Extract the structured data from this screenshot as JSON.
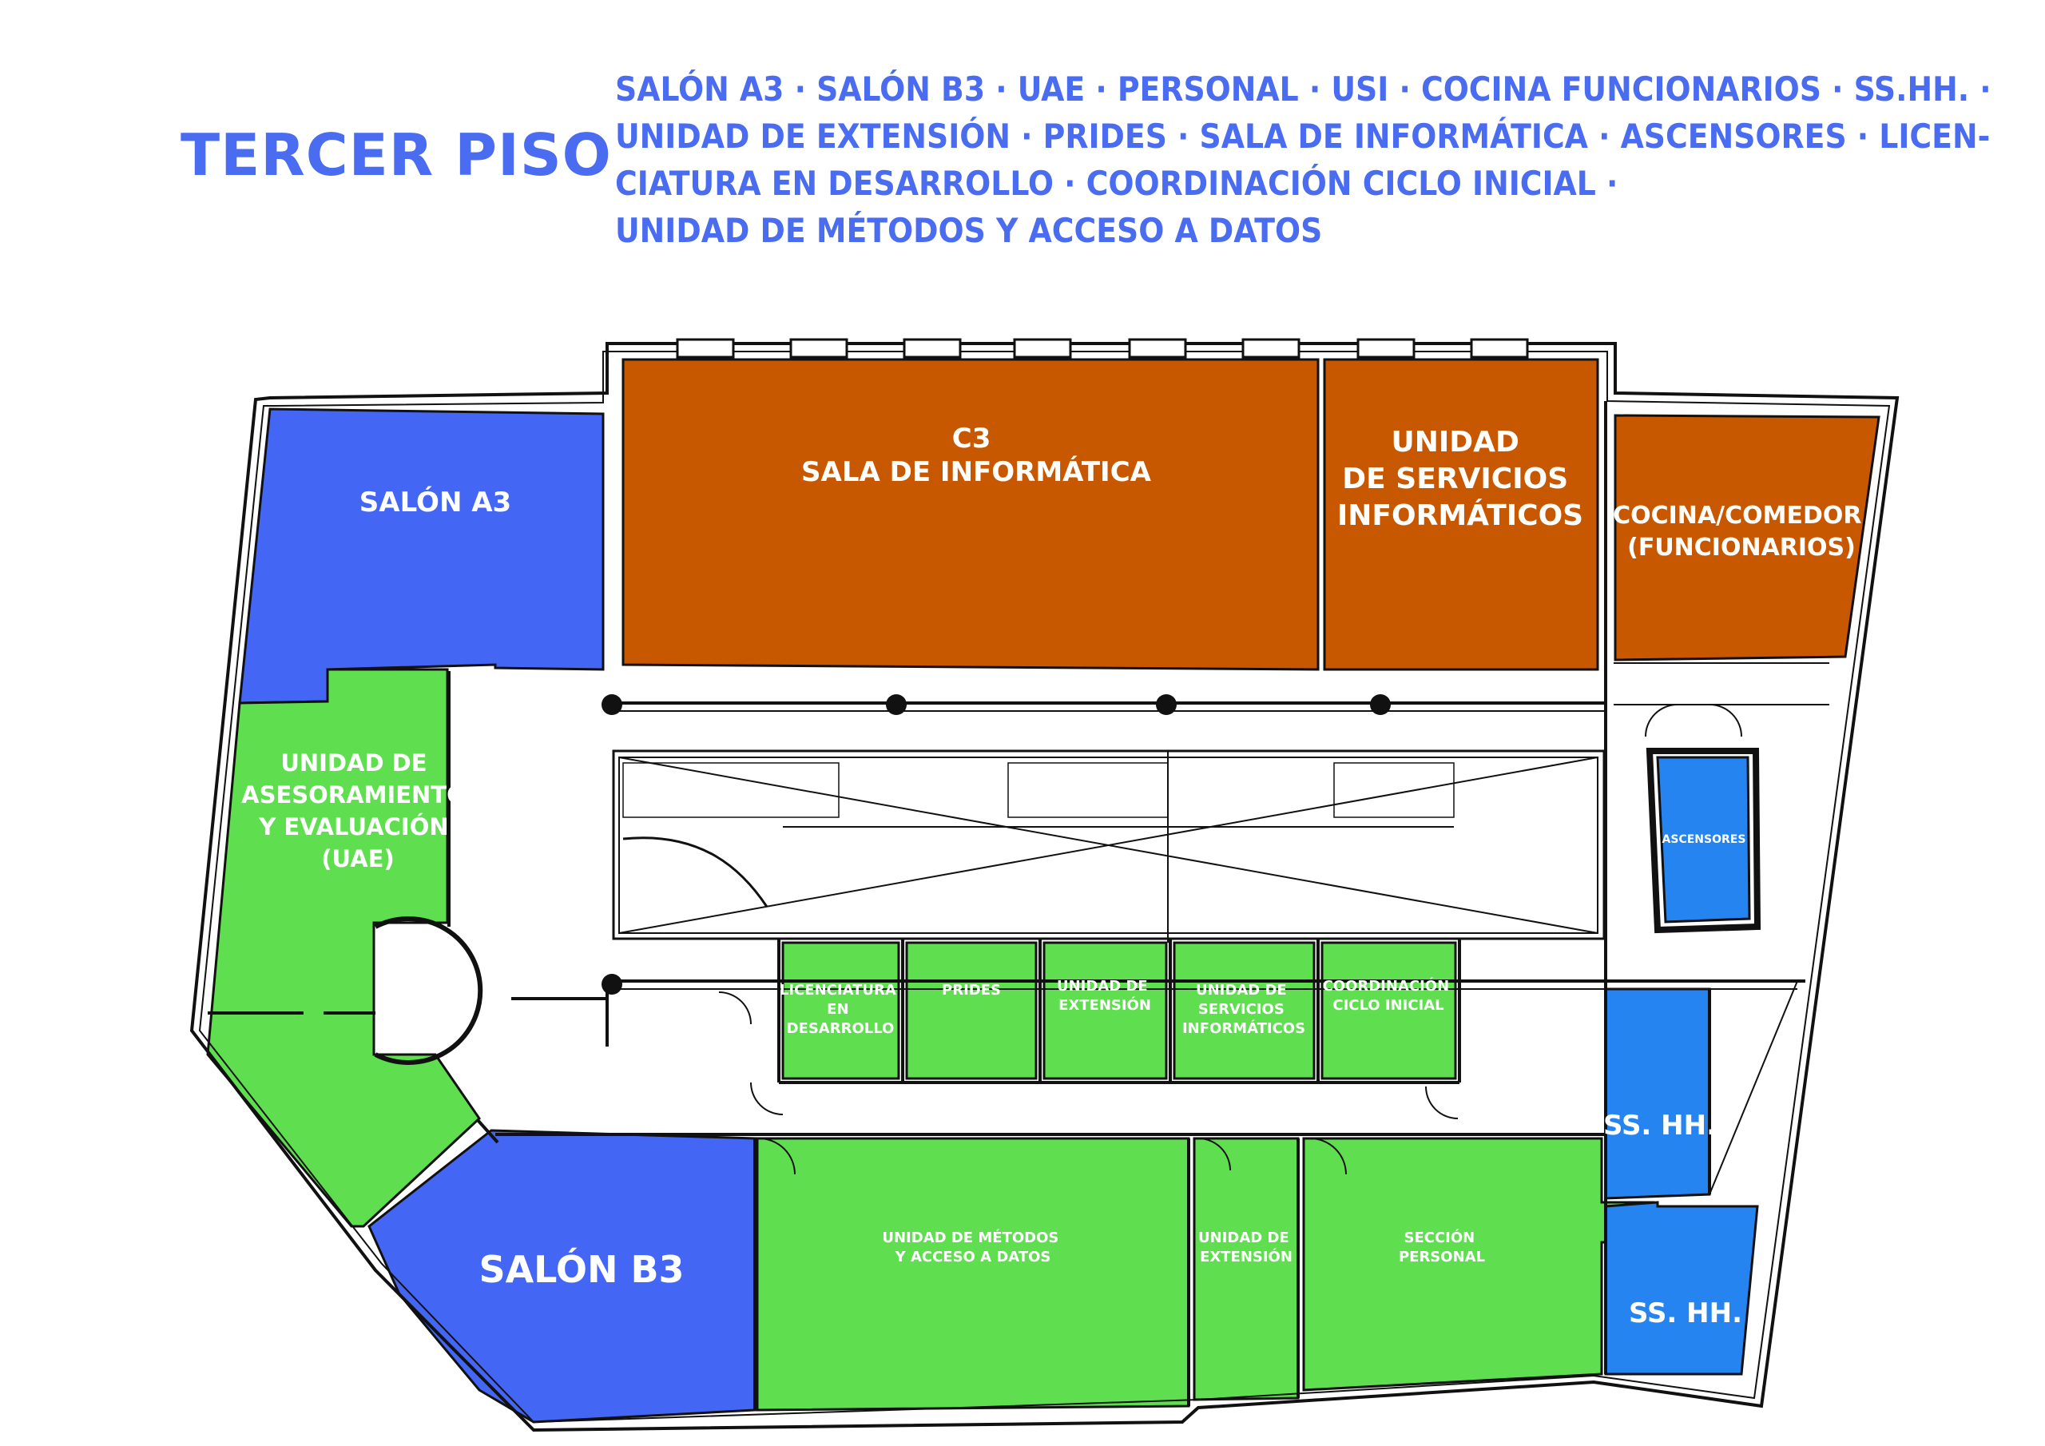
{
  "header": {
    "title": "TERCER PISO",
    "subtitle_lines": [
      "SALÓN A3 · SALÓN B3 · UAE · PERSONAL · USI · COCINA FUNCIONARIOS · SS.HH. ·",
      "UNIDAD DE EXTENSIÓN · PRIDES · SALA DE INFORMÁTICA · ASCENSORES · LICEN-",
      "CIATURA EN DESARROLLO · COORDINACIÓN CICLO INICIAL ·",
      "UNIDAD DE MÉTODOS Y ACCESO A DATOS"
    ]
  },
  "colors": {
    "title_blue": "#4a6cf0",
    "classroom_blue": "#4466f5",
    "service_blue": "#2684f0",
    "office_green": "#5fdf4f",
    "informatics_orange": "#c85800",
    "wall": "#111111"
  },
  "rooms": {
    "salon_a3": [
      "SALÓN A3"
    ],
    "c3": [
      "C3",
      "SALA DE INFORMÁTICA"
    ],
    "usi_top": [
      "UNIDAD",
      "DE SERVICIOS",
      "INFORMÁTICOS"
    ],
    "cocina": [
      "COCINA/COMEDOR",
      "(FUNCIONARIOS)"
    ],
    "uae": [
      "UNIDAD DE",
      "ASESORAMIENTO",
      "Y EVALUACIÓN",
      "(UAE)"
    ],
    "ascensores": [
      "ASCENSORES"
    ],
    "licenciatura": [
      "LICENCIATURA",
      "EN",
      "DESARROLLO"
    ],
    "prides": [
      "PRIDES"
    ],
    "extension_mid": [
      "UNIDAD DE",
      "EXTENSIÓN"
    ],
    "usi_mid": [
      "UNIDAD DE",
      "SERVICIOS",
      "INFORMÁTICOS"
    ],
    "coordinacion": [
      "COORDINACIÓN",
      "CICLO INICIAL"
    ],
    "sshh_upper": [
      "SS. HH."
    ],
    "salon_b3": [
      "SALÓN B3"
    ],
    "metodos": [
      "UNIDAD DE MÉTODOS",
      "Y ACCESO A DATOS"
    ],
    "extension_low": [
      "UNIDAD DE",
      "EXTENSIÓN"
    ],
    "personal": [
      "SECCIÓN",
      "PERSONAL"
    ],
    "sshh_lower": [
      "SS. HH."
    ]
  }
}
